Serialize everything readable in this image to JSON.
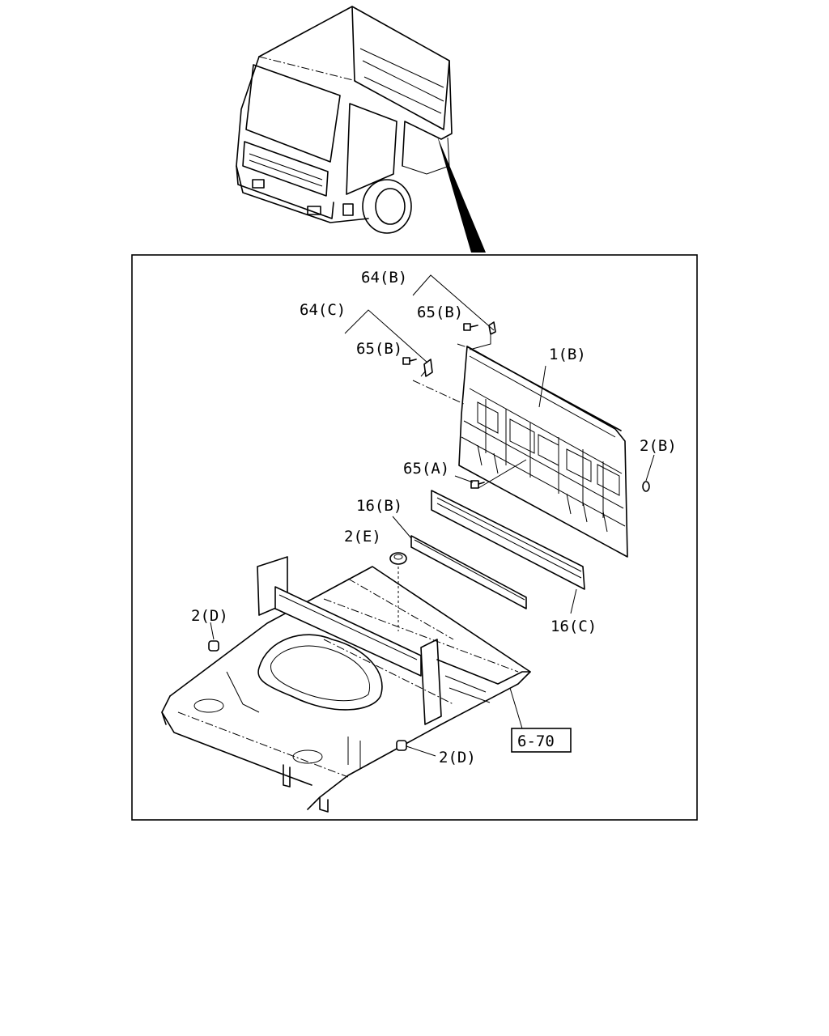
{
  "callouts": {
    "c64b": "64(B)",
    "c65b_top": "65(B)",
    "c64c": "64(C)",
    "c65b_mid": "65(B)",
    "c1b": "1(B)",
    "c2b": "2(B)",
    "c65a": "65(A)",
    "c16b": "16(B)",
    "c2e": "2(E)",
    "c2d_left": "2(D)",
    "c16c": "16(C)",
    "c2d_bottom": "2(D)"
  },
  "reference": {
    "page_ref": "6-70"
  },
  "icons": {
    "truck": "truck-cab-icon",
    "panel": "rear-panel-icon",
    "floor": "cab-floor-icon"
  }
}
